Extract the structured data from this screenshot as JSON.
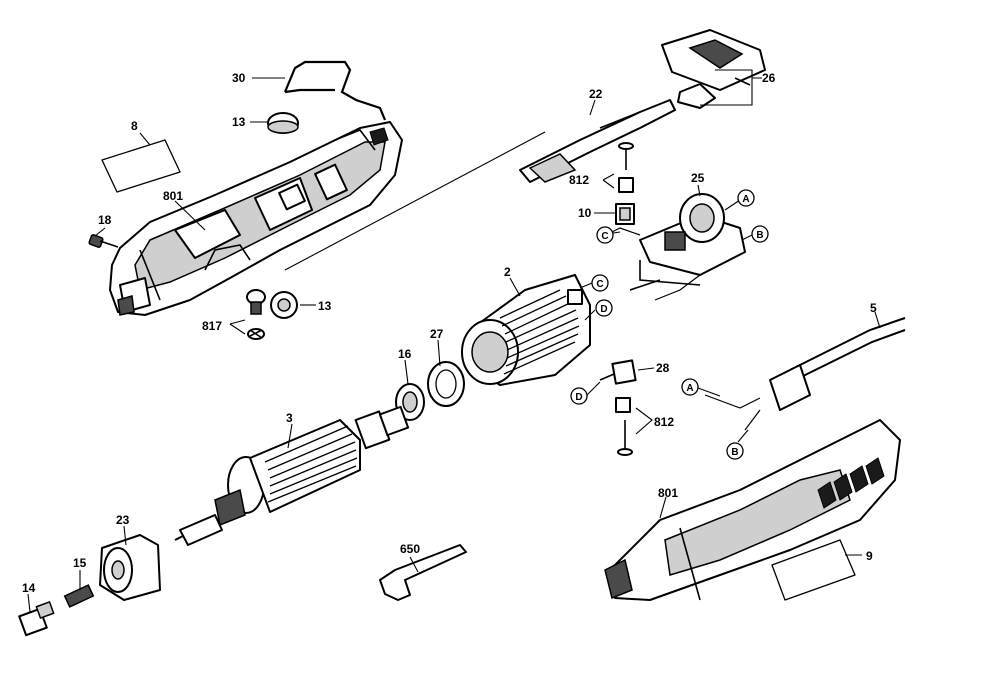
{
  "part_labels": {
    "p30": "30",
    "p13a": "13",
    "p8": "8",
    "p801a": "801",
    "p18": "18",
    "p817": "817",
    "p13b": "13",
    "p22": "22",
    "p26": "26",
    "p812a": "812",
    "p10": "10",
    "p25": "25",
    "p2": "2",
    "p27": "27",
    "p16": "16",
    "p3": "3",
    "p28": "28",
    "p812b": "812",
    "p5": "5",
    "p801b": "801",
    "p23": "23",
    "p15": "15",
    "p14": "14",
    "p650": "650",
    "p9": "9"
  },
  "connector_labels": {
    "A1": "A",
    "B1": "B",
    "C1": "C",
    "C2": "C",
    "D1": "D",
    "D2": "D",
    "A2": "A",
    "B2": "B"
  }
}
